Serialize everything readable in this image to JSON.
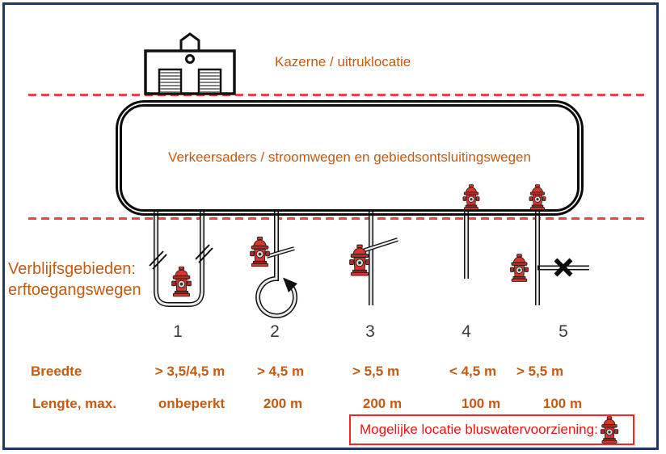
{
  "station": {
    "label": "Kazerne / uitruklocatie"
  },
  "ring": {
    "label": "Verkeersaders / stroomwegen en gebiedsontsluitingswegen"
  },
  "residential": {
    "line1": "Verblijfsgebieden:",
    "line2": "erftoegangswegen"
  },
  "roads": [
    {
      "number": "1",
      "width": "> 3,5/4,5 m",
      "max_length": "onbeperkt"
    },
    {
      "number": "2",
      "width": "> 4,5 m",
      "max_length": "200 m"
    },
    {
      "number": "3",
      "width": "> 5,5 m",
      "max_length": "200 m"
    },
    {
      "number": "4",
      "width": "< 4,5 m",
      "max_length": "100 m"
    },
    {
      "number": "5",
      "width": "> 5,5 m",
      "max_length": "100 m"
    }
  ],
  "table": {
    "width_row_label": "Breedte",
    "length_row_label": "Lengte, max."
  },
  "legend": {
    "label": "Mogelijke locatie bluswatervoorziening:"
  },
  "icons": {
    "station": "fire-station-icon",
    "hydrant": "fire-hydrant-icon",
    "turn_arrow": "turn-arrow-icon",
    "closed_x": "road-closed-x-icon"
  },
  "colors": {
    "accent_orange": "#C55A11",
    "dashed_line_red": "#F74040",
    "frame_navy": "#1F3864",
    "legend_red": "#F01212",
    "hydrant_red": "#D9352C"
  }
}
